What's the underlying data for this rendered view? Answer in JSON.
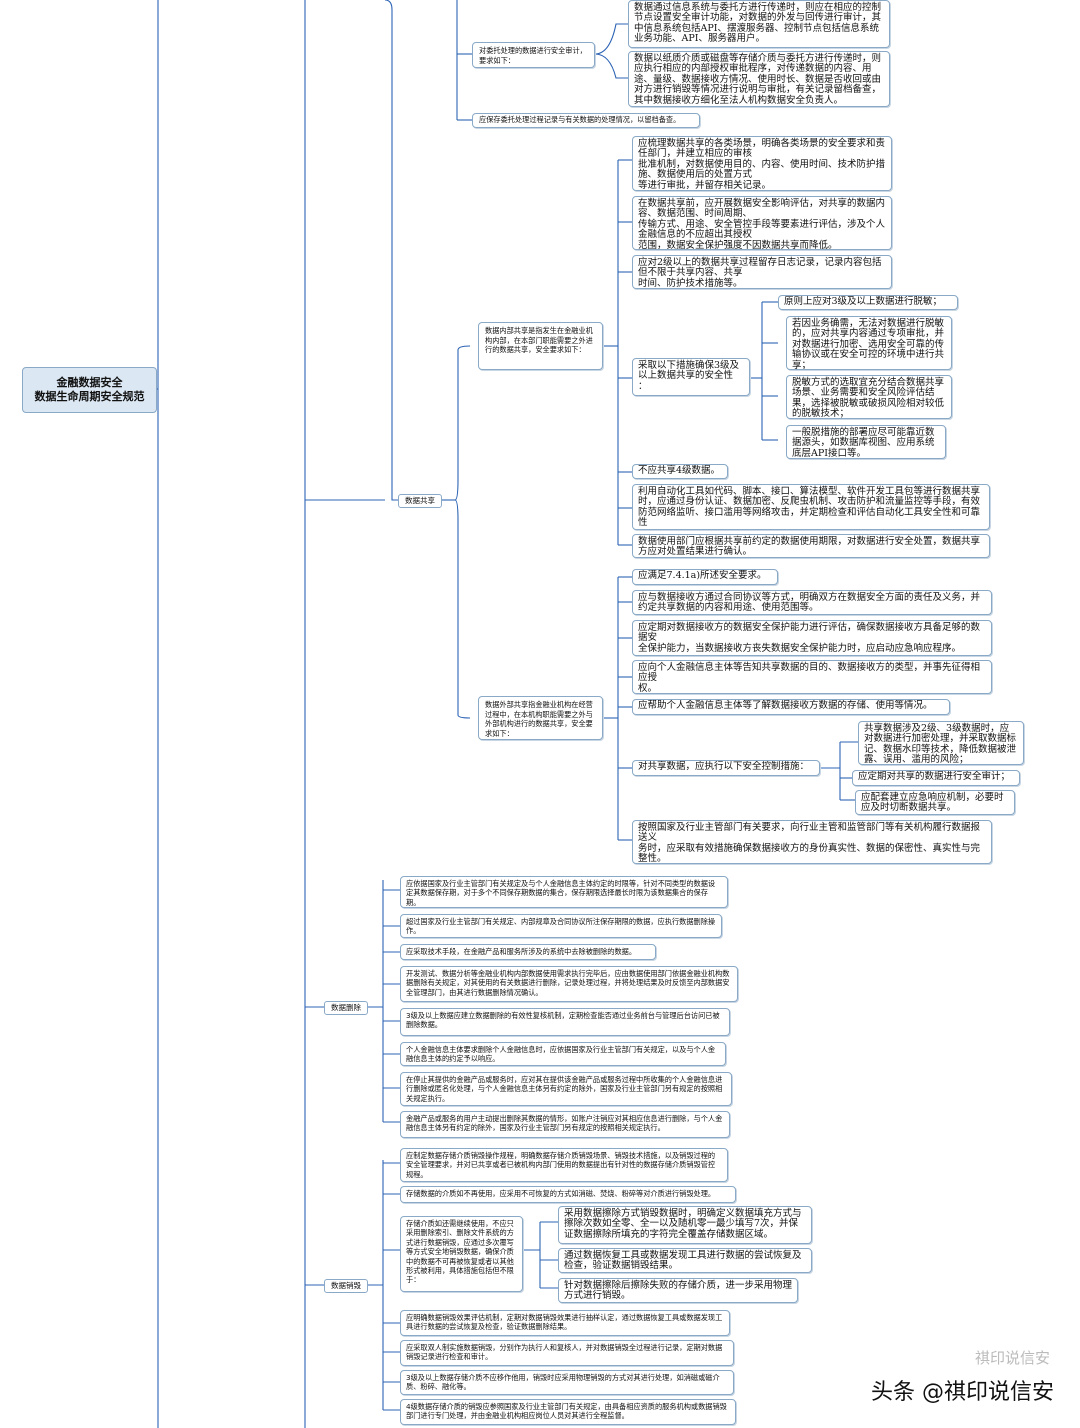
{
  "root": {
    "line1": "金融数据安全",
    "line2": "数据生命周期安全规范"
  },
  "branches": {
    "share": "数据共享",
    "delete": "数据删除",
    "destroy": "数据销毁"
  },
  "entrust": {
    "audit": "对委托处理的数据进行安全审计，要求如下：",
    "audit_items": [
      "数据通过信息系统与委托方进行传递时，则应在相应的控制节点设置安全审计功能，对数据的外发与回传进行审计，其中信息系统包括API、摆渡服务器、控制节点包括信息系统业务功能、API、服务器用户。",
      "数据以纸质介质或磁盘等存储介质与委托方进行传递时，则应执行相应的内部授权审批程序，对传递数据的内容、用途、量级、数据接收方情况、使用时长、数据是否收回或由对方进行销毁等情况进行说明与审批，有关记录留档备查，其中数据接收方细化至法人机构数据安全负责人。"
    ],
    "keep": "应保存委托处理过程记录与有关数据的处理情况，以留档备查。"
  },
  "internal": {
    "head": "数据内部共享是指发生在金融业机构内部，在本部门职能需要之外进行的数据共享，安全要求如下：",
    "items": [
      "应梳理数据共享的各类场景，明确各类场景的安全要求和责任部门，并建立相应的审核\n批准机制，对数据使用目的、内容、使用时间、技术防护措施、数据使用后的处置方式\n等进行审批，并留存相关记录。",
      "在数据共享前，应开展数据安全影响评估，对共享的数据内容、数据范围、时间周期、\n传输方式、用途、安全管控手段等要素进行评估，涉及个人金融信息的不应超出其授权\n范围，数据安全保护强度不因数据共享而降低。",
      "应对2级以上的数据共享过程留存日志记录，记录内容包括但不限于共享内容、共享\n时间、防护技术措施等。",
      "不应共享4级数据。",
      "利用自动化工具如代码、脚本、接口、算法模型、软件开发工具包等进行数据共享时，应通过身份认证、数据加密、反爬虫机制、攻击防护和流量监控等手段，有效防范网络监听、接口滥用等网络攻击，并定期检查和评估自动化工具安全性和可靠性",
      "数据使用部门应根据共享前约定的数据使用期限，对数据进行安全处置，数据共享方应对处置结果进行确认。"
    ],
    "measures_head": "采取以下措施确保3级及以上数据共享的安全性\n：",
    "measures": [
      "原则上应对3级及以上数据进行脱敏；",
      "若因业务确需，无法对数据进行脱敏的，应对共享内容通过专项审批，并对数据进行加密、选用安全可靠的传输协议或在安全可控的环境中进行共享；",
      "脱敏方式的选取宜充分结合数据共享场景、业务需要和安全风险评估结果，选择被脱敏或破损风险相对较低的脱敏技术；",
      "一般脱措施的部署应尽可能靠近数据源头，如数据库视图、应用系统底层API接口等。"
    ]
  },
  "external": {
    "head": "数据外部共享指金融业机构在经营过程中，在本机构职能需要之外与外部机构进行的数据共享，安全要求如下：",
    "items": [
      "应满足7.4.1a)所述安全要求。",
      "应与数据接收方通过合同协议等方式，明确双方在数据安全方面的责任及义务，并约定共享数据的内容和用途、使用范围等。",
      "应定期对数据接收方的数据安全保护能力进行评估，确保数据接收方具备足够的数据安\n全保护能力，当数据接收方丧失数据安全保护能力时，应启动应急响应程序。",
      "应向个人金融信息主体等告知共享数据的目的、数据接收方的类型，并事先征得相应授\n权。",
      "应帮助个人金融信息主体等了解数据接收方数据的存储、使用等情况。",
      "按照国家及行业主管部门有关要求，向行业主管和监管部门等有关机构履行数据报送义\n务时，应采取有效措施确保数据接收方的身份真实性、数据的保密性、真实性与完整性。"
    ],
    "control_head": "对共享数据，应执行以下安全控制措施：",
    "controls": [
      "共享数据涉及2级、3级数据时，应对数据进行加密处理，并采取数据标记、数据水印等技术，降低数据被泄露、误用、滥用的风险；",
      "应定期对共享的数据进行安全审计；",
      "应配套建立应急响应机制，必要时应及时切断数据共享。"
    ]
  },
  "delete_items": [
    "应依据国家及行业主管部门有关规定及与个人金融信息主体约定的时限等，针对不同类型的数据设定其数据保存期，对于多个不同保存期数据的集合，保存期限选择最长时限为该数据集合的保存期。",
    "超过国家及行业主管部门有关规定、内部规章及合同协议所注保存期限的数据，应执行数据删除操作。",
    "应采取技术手段，在金融产品和服务所涉及的系统中去除被删除的数据。",
    "开发测试、数据分析等金融业机构内部数据使用需求执行完毕后，应由数据使用部门依据金融业机构数据删除有关规定，对其使用的有关数据进行删除，记录处理过程，并将处理结果及时反馈至内部数据安全管理部门，由其进行数据删除情况确认。",
    "3级及以上数据应建立数据删除的有效性复核机制，定期检查能否通过业务前台与管理后台访问已被删除数据。",
    "个人金融信息主体要求删除个人金融信息时，应依据国家及行业主管部门有关规定，以及与个人金融信息主体的约定予以响应。",
    "在停止其提供的金融产品或服务时，应对其在提供该金融产品或服务过程中所收集的个人金融信息进行删除或匿名化处理，与个人金融信息主体另有约定的除外，国家及行业主管部门另有规定的按照相关规定执行。",
    "金融产品或服务的用户主动提出删除其数据的情形，如账户注销应对其相应信息进行删除，与个人金融信息主体另有约定的除外，国家及行业主管部门另有规定的按照相关规定执行。"
  ],
  "destroy": {
    "items_top": [
      "应制定数据存储介质销毁操作规程，明确数据存储介质销毁场景、销毁技术措施，以及销毁过程的安全管理要求，并对已共享或者已被机构内部门使用的数据提出有针对性的数据存储介质销毁管控规程。",
      "存储数据的介质如不再使用，应采用不可恢复的方式如消磁、焚烧、粉碎等对介质进行销毁处理。"
    ],
    "reuse_head": "存储介质如还需继续使用，不应只采用删除索引、删除文件系统的方式进行数据销毁，应通过多次覆写等方式安全地销毁数据，确保介质中的数据不可再被恢复或者以其他形式被利用，具体措施包括但不限于：",
    "reuse_items": [
      "采用数据擦除方式销毁数据时，明确定义数据填充方式与擦除次数如全零、全一以及随机零一最少填写7次，并保证数据擦除所填充的字符完全覆盖存储数据区域。",
      "通过数据恢复工具或数据发现工具进行数据的尝试恢复及检查，验证数据销毁结果。",
      "针对数据擦除后擦除失败的存储介质，进一步采用物理方式进行销毁。"
    ],
    "items_bottom": [
      "应明确数据销毁效果评估机制，定期对数据销毁效果进行抽样认定，通过数据恢复工具或数据发现工具进行数据的尝试恢复及检查，验证数据删除结果。",
      "应采取双人制实施数据销毁，分别作为执行人和复核人，并对数据销毁全过程进行记录，定期对数据销毁记录进行检查和审计。",
      "3级及以上数据存储介质不应移作他用，销毁时应采用物理销毁的方式对其进行处理，如消磁或磁介质、粉碎、融化等。",
      "4级数据存储介质的销毁应参照国家及行业主管部门有关规定，由具备相应资质的服务机构或数据销毁部门进行专门处理，并由金融业机构相应岗位人员对其进行全程监督。"
    ]
  },
  "watermark": {
    "main": "头条 @祺印说信安",
    "faint": "祺印说信安"
  },
  "colors": {
    "line": "#2c63b4",
    "border": "#8aa9c6",
    "root_bg": "#dbe7f3"
  }
}
